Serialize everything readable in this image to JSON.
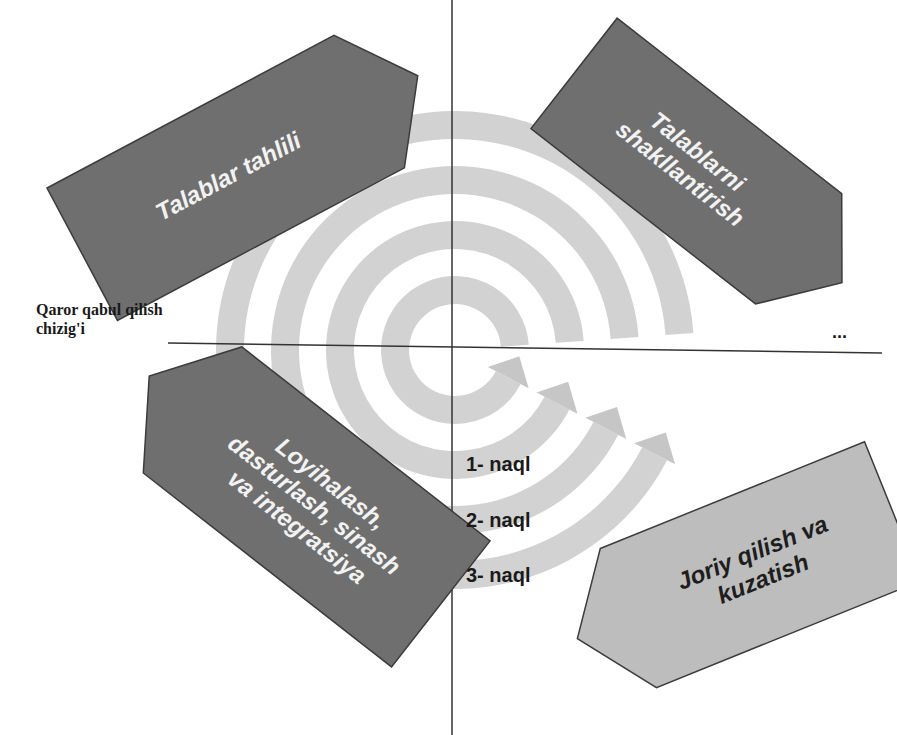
{
  "diagram": {
    "nodes": [
      {
        "text": [
          "Talablar tahlili"
        ]
      },
      {
        "text": [
          "Talablarni shakllantirish"
        ]
      },
      {
        "text": [
          "Loyihalash, dasturlash, sinash va integratsiya"
        ]
      },
      {
        "text": [
          "Joriy qilish va kuzatish"
        ]
      }
    ],
    "labels": [
      "Qaror qabul qilish chizig'i",
      "...",
      "1- naql",
      "2- naql",
      "3- naql"
    ]
  }
}
